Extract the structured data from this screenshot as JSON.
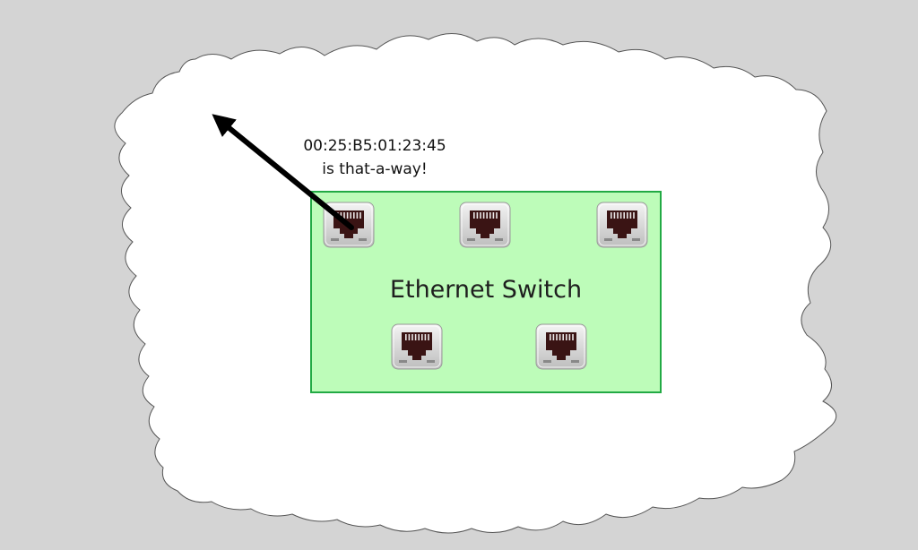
{
  "diagram": {
    "switch_label": "Ethernet Switch",
    "annotation": {
      "mac_address": "00:25:B5:01:23:45",
      "direction_text": "is that-a-way!"
    },
    "port_count": 5,
    "colors": {
      "background": "#d4d4d4",
      "cloud_fill": "#ffffff",
      "switch_fill": "#bdfcb9",
      "switch_border": "#22aa44",
      "port_jack": "#3a1414",
      "arrow": "#000000"
    },
    "icons": [
      "rj45-port-icon",
      "arrow-icon",
      "cloud-shape"
    ]
  }
}
